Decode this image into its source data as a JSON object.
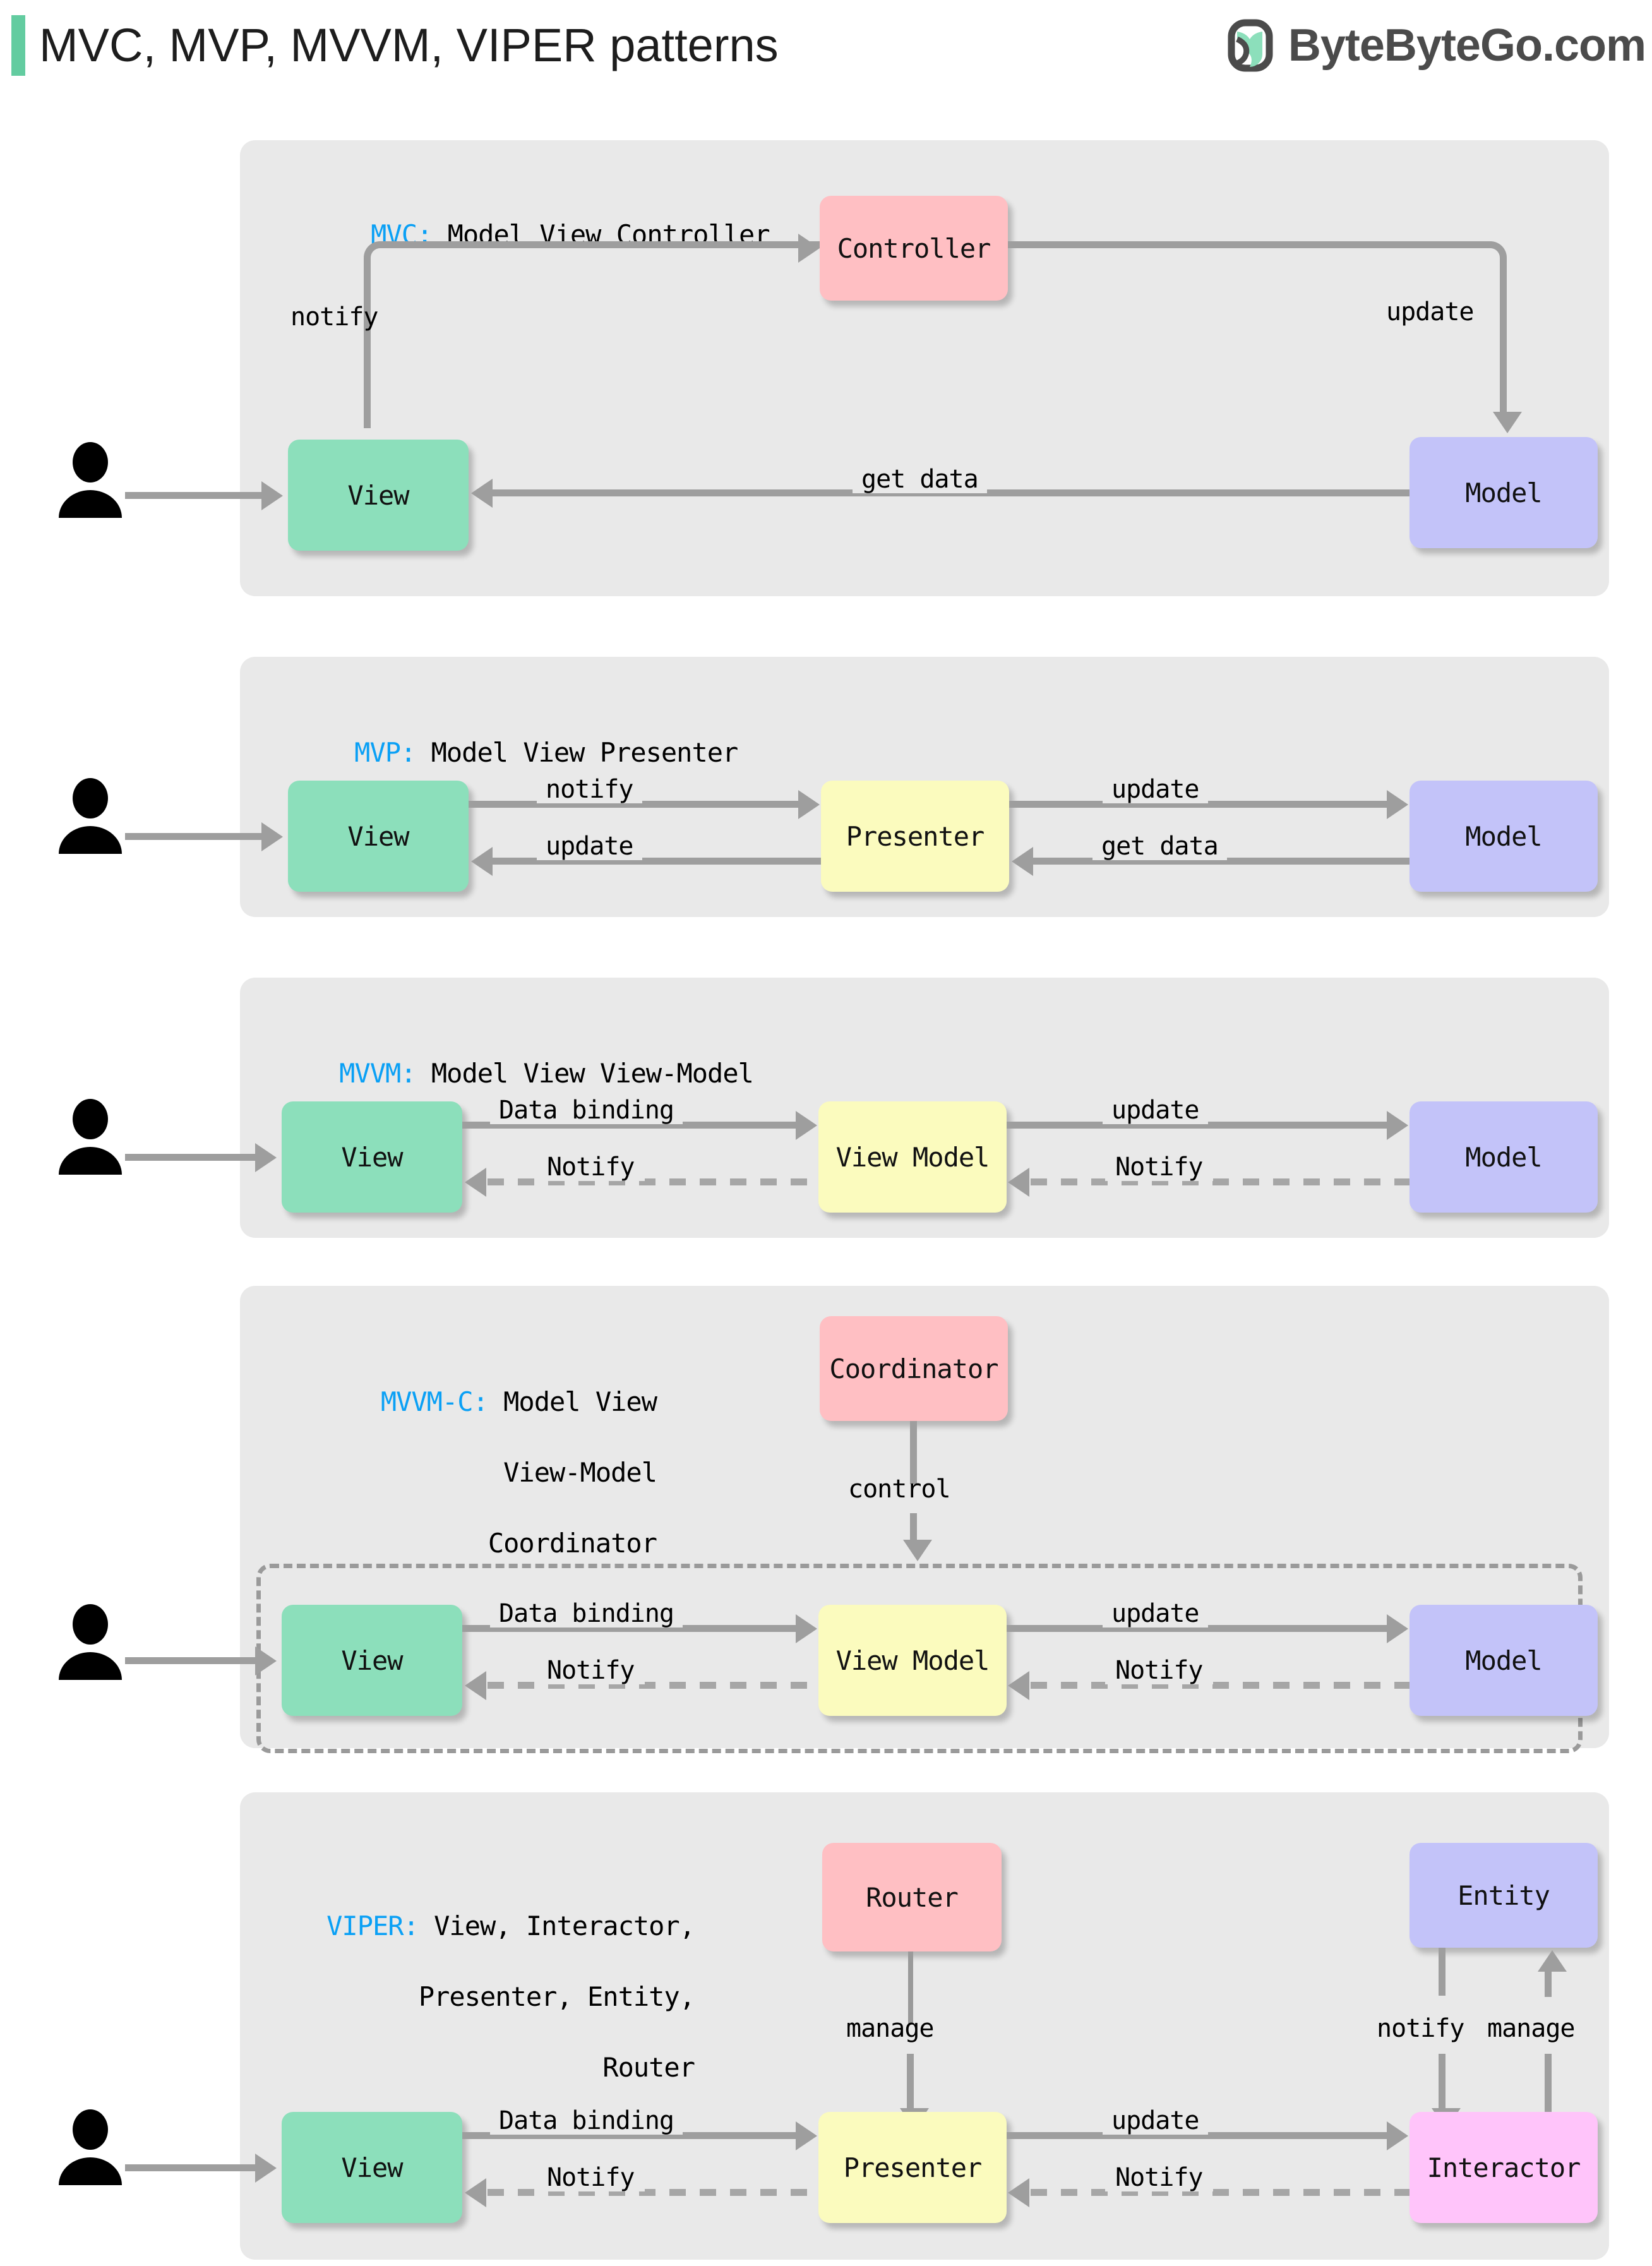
{
  "header": {
    "title": "MVC, MVP, MVVM, VIPER patterns",
    "accent_color": "#63cca0",
    "brand_text": "ByteByteGo.com",
    "brand_icon": "bytebytego-leaf-logo"
  },
  "palette": {
    "panel_bg": "#e9e9e9",
    "view_green": "#8cdfbb",
    "model_lavender": "#c3c3f9",
    "controller_red": "#ffbfc3",
    "presenter_yellow": "#fbfbbe",
    "interactor_pink": "#ffc4fa",
    "connector_gray": "#9e9e9e",
    "key_blue": "#0aa0f5"
  },
  "panels": [
    {
      "id": "mvc",
      "key": "MVC:",
      "title": " Model View Controller",
      "nodes": {
        "view": "View",
        "controller": "Controller",
        "model": "Model"
      },
      "edges": {
        "user_to_view": "",
        "view_to_controller": "notify",
        "controller_to_model": "update",
        "model_to_view": "get data"
      }
    },
    {
      "id": "mvp",
      "key": "MVP:",
      "title": " Model View Presenter",
      "nodes": {
        "view": "View",
        "presenter": "Presenter",
        "model": "Model"
      },
      "edges": {
        "view_to_presenter": "notify",
        "presenter_to_view": "update",
        "presenter_to_model": "update",
        "model_to_presenter": "get data"
      }
    },
    {
      "id": "mvvm",
      "key": "MVVM:",
      "title": " Model View View-Model",
      "nodes": {
        "view": "View",
        "viewmodel": "View Model",
        "model": "Model"
      },
      "edges": {
        "view_to_viewmodel": "Data binding",
        "viewmodel_to_view": "Notify",
        "viewmodel_to_model": "update",
        "model_to_viewmodel": "Notify"
      }
    },
    {
      "id": "mvvmc",
      "key": "MVVM-C:",
      "title_lines": [
        " Model View",
        "View-Model",
        "Coordinator"
      ],
      "nodes": {
        "coordinator": "Coordinator",
        "view": "View",
        "viewmodel": "View Model",
        "model": "Model"
      },
      "edges": {
        "coordinator_to_group": "control",
        "view_to_viewmodel": "Data binding",
        "viewmodel_to_view": "Notify",
        "viewmodel_to_model": "update",
        "model_to_viewmodel": "Notify"
      }
    },
    {
      "id": "viper",
      "key": "VIPER:",
      "title_lines": [
        " View, Interactor,",
        "Presenter, Entity,",
        "Router"
      ],
      "nodes": {
        "router": "Router",
        "entity": "Entity",
        "view": "View",
        "presenter": "Presenter",
        "interactor": "Interactor"
      },
      "edges": {
        "router_to_presenter": "manage",
        "entity_to_interactor": "notify",
        "interactor_to_entity": "manage",
        "view_to_presenter": "Data binding",
        "presenter_to_view": "Notify",
        "presenter_to_interactor": "update",
        "interactor_to_presenter": "Notify"
      }
    }
  ]
}
